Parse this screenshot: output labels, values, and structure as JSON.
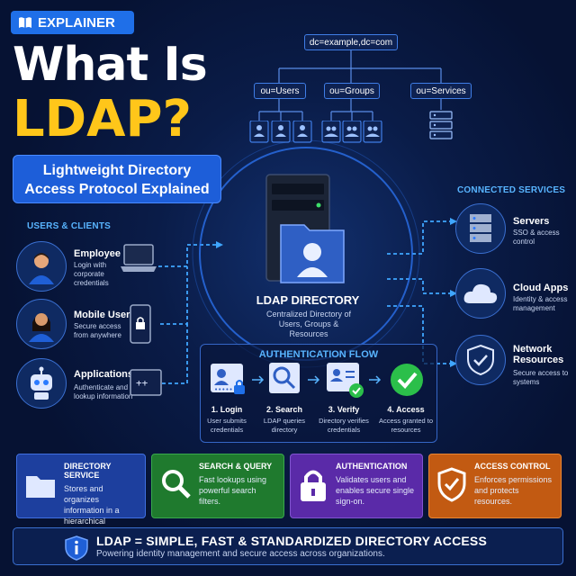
{
  "badge": {
    "label": "EXPLAINER"
  },
  "title": {
    "line1": "What Is",
    "line2": "LDAP?"
  },
  "subtitle": "Lightweight Directory Access Protocol Explained",
  "tree": {
    "root": "dc=example,dc=com",
    "branches": [
      "ou=Users",
      "ou=Groups",
      "ou=Services"
    ]
  },
  "users_section": {
    "heading": "USERS & CLIENTS",
    "items": [
      {
        "name": "Employee",
        "desc": "Login with corporate credentials",
        "icon": "employee-icon"
      },
      {
        "name": "Mobile User",
        "desc": "Secure access from anywhere",
        "icon": "mobile-user-icon"
      },
      {
        "name": "Applications",
        "desc": "Authenticate and lookup information",
        "icon": "robot-icon"
      }
    ]
  },
  "directory": {
    "title": "LDAP DIRECTORY",
    "desc": "Centralized Directory of Users, Groups & Resources"
  },
  "services_section": {
    "heading": "CONNECTED SERVICES",
    "items": [
      {
        "name": "Servers",
        "desc": "SSO & access control",
        "icon": "server-icon"
      },
      {
        "name": "Cloud Apps",
        "desc": "Identity & access management",
        "icon": "cloud-icon"
      },
      {
        "name": "Network Resources",
        "desc": "Secure access to systems",
        "icon": "shield-icon"
      }
    ]
  },
  "auth_flow": {
    "heading": "AUTHENTICATION FLOW",
    "steps": [
      {
        "title": "1. Login",
        "desc": "User submits credentials"
      },
      {
        "title": "2. Search",
        "desc": "LDAP queries directory"
      },
      {
        "title": "3. Verify",
        "desc": "Directory verifies credentials"
      },
      {
        "title": "4. Access",
        "desc": "Access granted to resources"
      }
    ]
  },
  "cards": [
    {
      "title": "DIRECTORY SERVICE",
      "desc": "Stores and organizes information in a hierarchical structure.",
      "color": "#1d3f9e",
      "icon": "folder-icon"
    },
    {
      "title": "SEARCH & QUERY",
      "desc": "Fast lookups using powerful search filters.",
      "color": "#1f7a2e",
      "icon": "search-icon"
    },
    {
      "title": "AUTHENTICATION",
      "desc": "Validates users and enables secure single sign-on.",
      "color": "#5a2aa8",
      "icon": "lock-icon"
    },
    {
      "title": "ACCESS CONTROL",
      "desc": "Enforces permissions and protects resources.",
      "color": "#c25a12",
      "icon": "shield-check-icon"
    }
  ],
  "banner": {
    "title": "LDAP = SIMPLE, FAST & STANDARDIZED DIRECTORY ACCESS",
    "desc": "Powering identity management and secure access across organizations."
  },
  "colors": {
    "accent": "#1f6fe8",
    "title_yellow": "#ffc61a",
    "link_blue": "#58b4ff"
  }
}
